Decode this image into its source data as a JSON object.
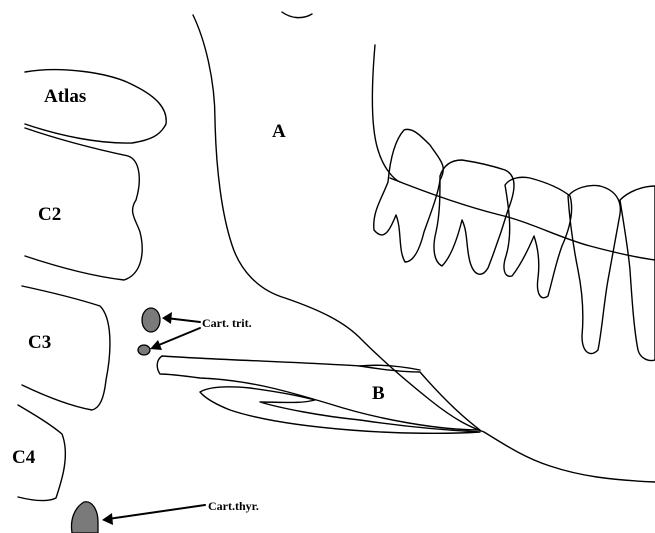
{
  "labels": {
    "atlas": "Atlas",
    "c2": "C2",
    "c3": "C3",
    "c4": "C4",
    "a": "A",
    "b": "B",
    "cart_trit": "Cart. trit.",
    "cart_thyr": "Cart.thyr."
  },
  "colors": {
    "line": "#000000",
    "cartilage_fill": "#7a7a7a",
    "background": "#ffffff"
  }
}
